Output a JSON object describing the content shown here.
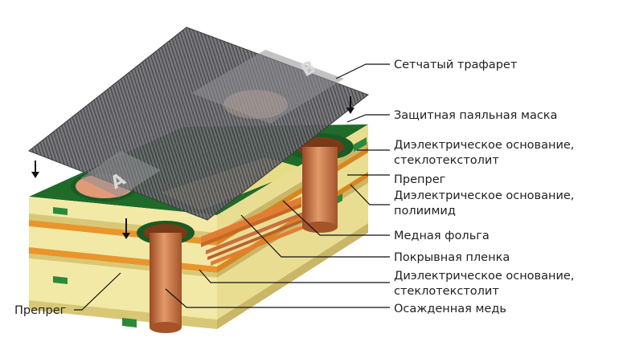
{
  "labels": {
    "screen": "Сетчатый трафарет",
    "solder_mask": "Защитная паяльная маска",
    "dielectric_fr4_top_1": "Диэлектрическое основание,",
    "dielectric_fr4_top_2": "стеклотекстолит",
    "prepreg_right": "Препрег",
    "dielectric_pi_1": "Диэлектрическое основание,",
    "dielectric_pi_2": "полиимид",
    "copper_foil": "Медная фольга",
    "coverlay": "Покрывная пленка",
    "dielectric_fr4_bottom_1": "Диэлектрическое основание,",
    "dielectric_fr4_bottom_2": "стеклотекстолит",
    "plated_copper": "Осажденная медь",
    "prepreg_left": "Препрег"
  },
  "pad_letters": {
    "a": "A",
    "b": "B"
  },
  "colors": {
    "solder_mask": "#1f6b2a",
    "dielectric": "#efe6a0",
    "prepreg": "#e69a2a",
    "copper": "#c8703f",
    "screen": "#6e6e72"
  }
}
